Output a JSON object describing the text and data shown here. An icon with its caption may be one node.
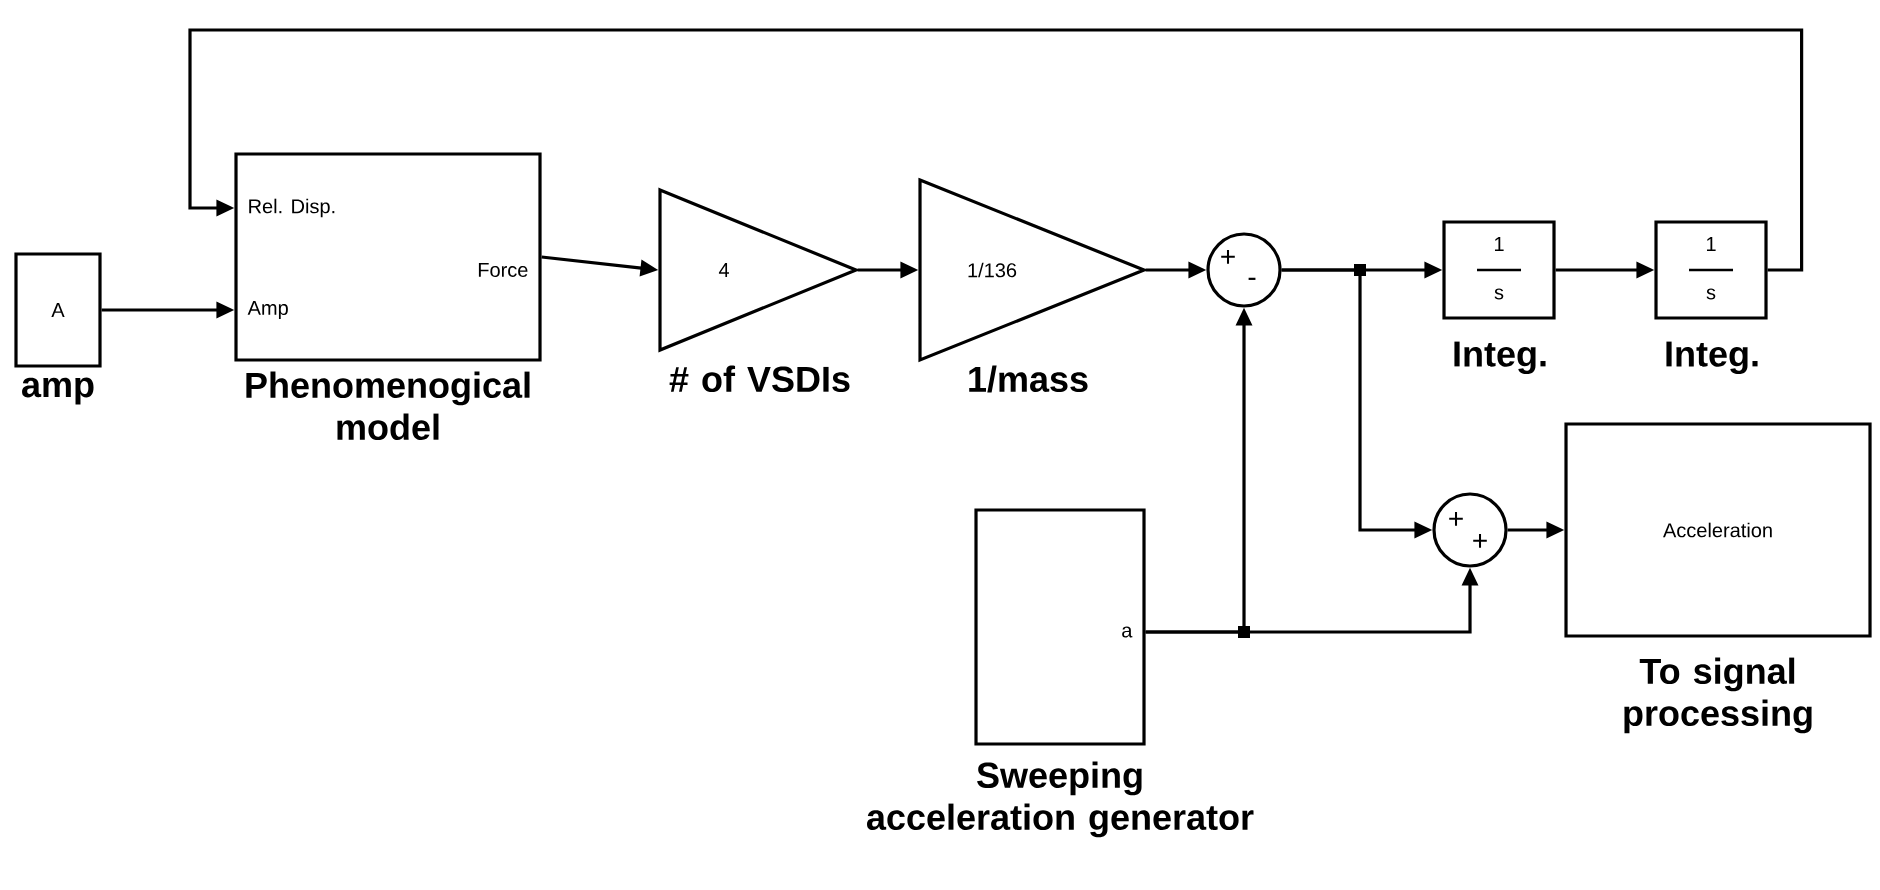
{
  "diagram": {
    "nodes": [
      {
        "text": [
          "A"
        ],
        "beside": [
          "amp"
        ]
      },
      {
        "text": [
          "Rel. Disp.",
          "Amp",
          "Force"
        ],
        "beside": [
          "Phenomenogical model"
        ]
      },
      {
        "text": [
          "4"
        ],
        "beside": [
          "# of VSDIs"
        ]
      },
      {
        "text": [
          "1/136"
        ],
        "beside": [
          "1/mass"
        ]
      },
      {
        "text": [
          "+",
          "-"
        ]
      },
      {
        "text": [
          "1",
          "s"
        ],
        "beside": [
          "Integ."
        ]
      },
      {
        "text": [
          "1",
          "s"
        ],
        "beside": [
          "Integ."
        ]
      },
      {
        "text": [
          "+",
          "+"
        ]
      },
      {
        "text": [
          "Acceleration"
        ],
        "beside": [
          "To signal processing"
        ]
      },
      {
        "text": [
          "a"
        ],
        "beside": [
          "Sweeping acceleration generator"
        ]
      }
    ],
    "edges": [
      {
        "from": 0,
        "to": 1,
        "arrow": "to"
      },
      {
        "from": 6,
        "to": 1,
        "arrow": "to"
      },
      {
        "from": 1,
        "to": 2,
        "arrow": "to"
      },
      {
        "from": 2,
        "to": 3,
        "arrow": "to"
      },
      {
        "from": 3,
        "to": 4,
        "arrow": "to"
      },
      {
        "from": 4,
        "to": 5,
        "arrow": "to"
      },
      {
        "from": 4,
        "to": 7,
        "arrow": "to"
      },
      {
        "from": 5,
        "to": 6,
        "arrow": "to"
      },
      {
        "from": 7,
        "to": 8,
        "arrow": "to"
      },
      {
        "from": 9,
        "to": 4,
        "arrow": "to"
      },
      {
        "from": 9,
        "to": 7,
        "arrow": "to"
      }
    ]
  }
}
